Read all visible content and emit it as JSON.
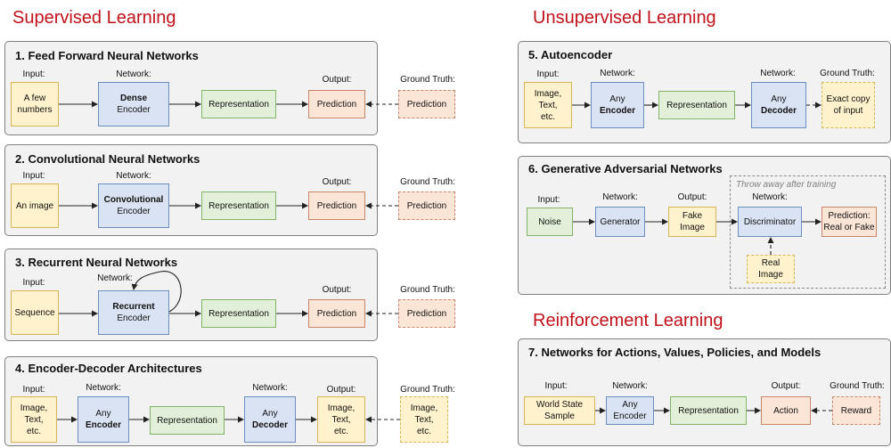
{
  "sections": {
    "supervised": "Supervised Learning",
    "unsupervised": "Unsupervised Learning",
    "reinforcement": "Reinforcement Learning"
  },
  "labels": {
    "input": "Input:",
    "network": "Network:",
    "output": "Output:",
    "ground_truth": "Ground Truth:"
  },
  "panels": {
    "ffnn": {
      "title": "1. Feed Forward Neural Networks",
      "input": "A few numbers",
      "encoder_bold": "Dense",
      "encoder_rest": "Encoder",
      "representation": "Representation",
      "prediction": "Prediction",
      "ground_truth": "Prediction"
    },
    "cnn": {
      "title": "2. Convolutional Neural Networks",
      "input": "An image",
      "encoder_bold": "Convolutional",
      "encoder_rest": "Encoder",
      "representation": "Representation",
      "prediction": "Prediction",
      "ground_truth": "Prediction"
    },
    "rnn": {
      "title": "3. Recurrent Neural Networks",
      "input": "Sequence",
      "encoder_bold": "Recurrent",
      "encoder_rest": "Encoder",
      "representation": "Representation",
      "prediction": "Prediction",
      "ground_truth": "Prediction"
    },
    "encdec": {
      "title": "4. Encoder-Decoder Architectures",
      "input": "Image, Text, etc.",
      "encoder_top": "Any",
      "encoder_bold": "Encoder",
      "representation": "Representation",
      "decoder_top": "Any",
      "decoder_bold": "Decoder",
      "output": "Image, Text, etc.",
      "ground_truth": "Image, Text, etc."
    },
    "autoencoder": {
      "title": "5. Autoencoder",
      "input": "Image, Text, etc.",
      "encoder_top": "Any",
      "encoder_bold": "Encoder",
      "representation": "Representation",
      "decoder_top": "Any",
      "decoder_bold": "Decoder",
      "ground_truth": "Exact copy of input"
    },
    "gan": {
      "title": "6. Generative Adversarial Networks",
      "throw_away": "Throw away after training",
      "input": "Noise",
      "generator": "Generator",
      "fake_image": "Fake Image",
      "discriminator": "Discriminator",
      "prediction": "Prediction: Real or Fake",
      "real_image": "Real Image"
    },
    "rl": {
      "title": "7. Networks for Actions, Values, Policies, and Models",
      "input": "World State Sample",
      "encoder": "Any Encoder",
      "representation": "Representation",
      "action": "Action",
      "reward": "Reward"
    }
  }
}
